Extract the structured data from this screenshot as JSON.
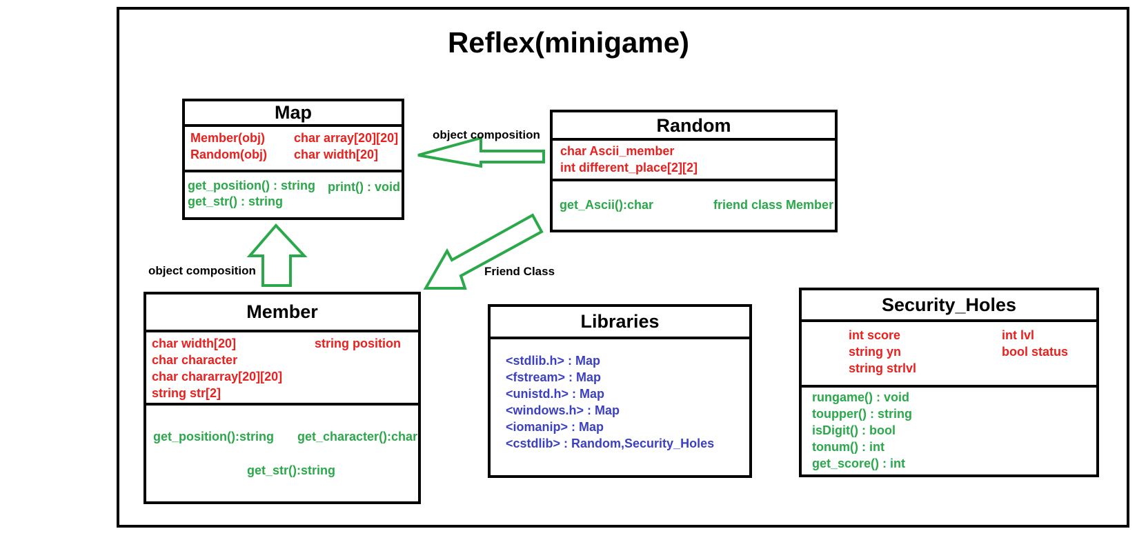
{
  "title": "Reflex(minigame)",
  "colors": {
    "attribute": "#e8211f",
    "method": "#2aa84a",
    "library": "#3b3fc4",
    "arrow": "#2aa84a"
  },
  "labels": {
    "map_random": "object composition",
    "member_map": "object composition",
    "friend": "Friend Class"
  },
  "map": {
    "name": "Map",
    "attrs": [
      "Member(obj)",
      "char array[20][20]",
      "Random(obj)",
      "char width[20]"
    ],
    "methods": [
      "get_position() : string",
      "print() : void",
      "get_str() : string"
    ]
  },
  "random": {
    "name": "Random",
    "attrs": [
      "char Ascii_member",
      "int different_place[2][2]"
    ],
    "methods": [
      "get_Ascii():char",
      "friend class Member"
    ]
  },
  "member": {
    "name": "Member",
    "attrs": [
      "char width[20]",
      "string position",
      "char character",
      "char chararray[20][20]",
      "string str[2]"
    ],
    "methods": [
      "get_position():string",
      "get_character():char",
      "get_str():string"
    ]
  },
  "libraries": {
    "name": "Libraries",
    "items": [
      "<stdlib.h> : Map",
      "<fstream> : Map",
      "<unistd.h> : Map",
      "<windows.h> : Map",
      "<iomanip> : Map",
      "<cstdlib> : Random,Security_Holes"
    ]
  },
  "security": {
    "name": "Security_Holes",
    "attrs": [
      "int score",
      "int lvl",
      "string yn",
      "bool status",
      "string strlvl"
    ],
    "methods": [
      "rungame() : void",
      "toupper() : string",
      "isDigit() : bool",
      "tonum() : int",
      "get_score() : int"
    ]
  }
}
